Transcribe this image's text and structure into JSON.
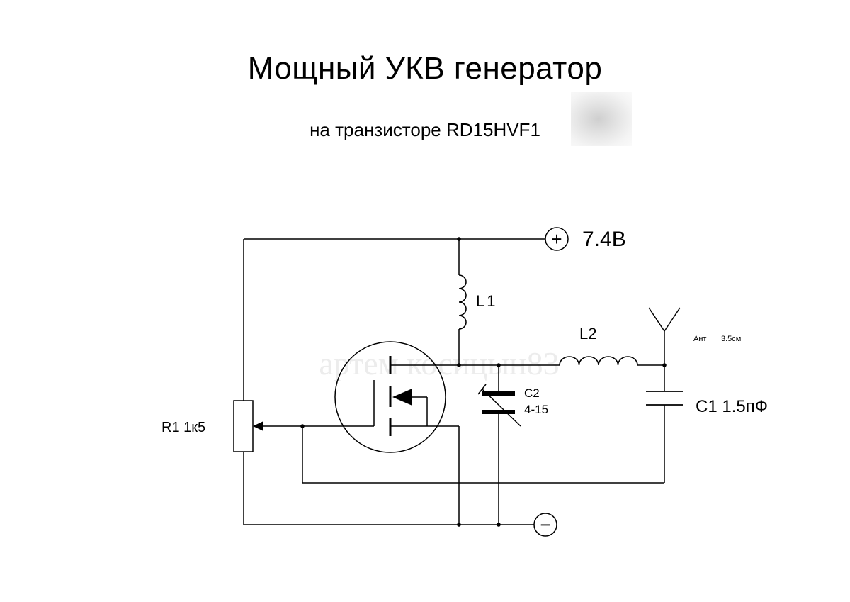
{
  "title": "Мощный УКВ генератор",
  "subtitle": "на транзисторе RD15HVF1",
  "watermark": "артем косицын83",
  "supply": {
    "plus_symbol": "+",
    "minus_symbol": "−",
    "voltage": "7.4В"
  },
  "components": {
    "l1": "L1",
    "l2": "L2",
    "c2": "C2",
    "c2_value": "4-15",
    "c1": "C1 1.5пФ",
    "r1": "R1 1к5",
    "antenna": "Ант",
    "antenna_length": "3.5см"
  }
}
